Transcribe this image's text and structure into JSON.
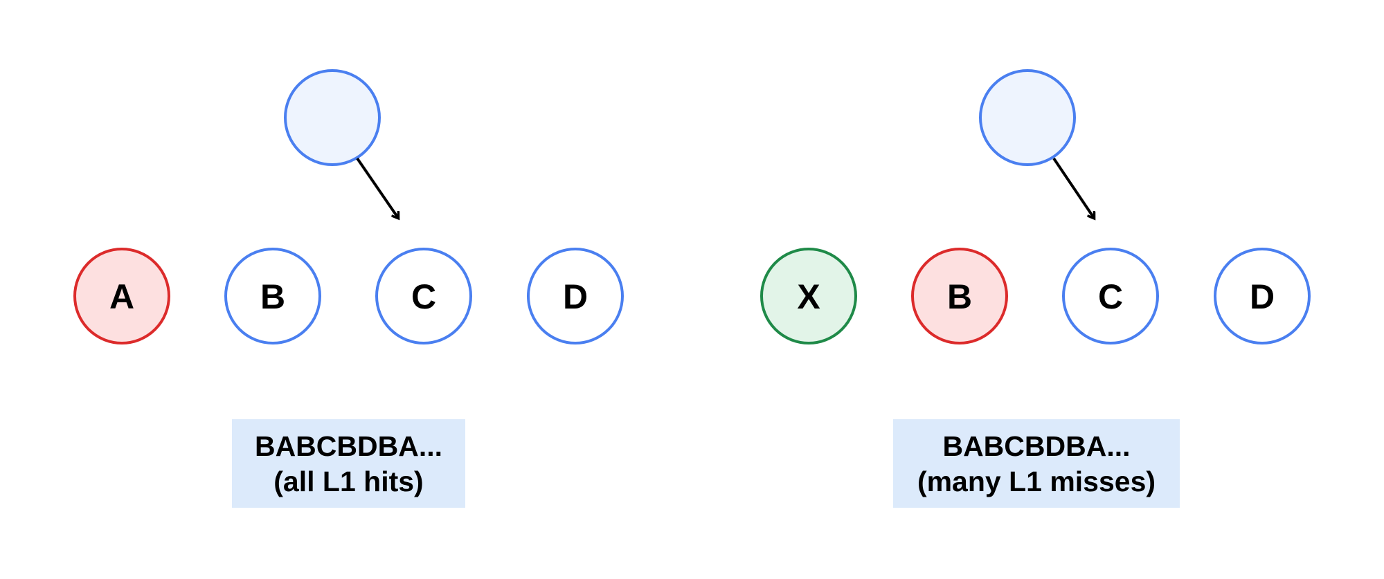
{
  "colors": {
    "blue_stroke": "#4a7ff0",
    "blue_fill_light": "#eef4fe",
    "red_stroke": "#dc2b2b",
    "red_fill": "#fde0e0",
    "green_stroke": "#1f8a48",
    "green_fill": "#e2f4e8",
    "caption_bg": "#dceafb",
    "arrow": "#000000"
  },
  "left_panel": {
    "pointer_icon": "pointer-circle",
    "nodes": [
      {
        "label": "A",
        "state": "red"
      },
      {
        "label": "B",
        "state": "blue"
      },
      {
        "label": "C",
        "state": "blue"
      },
      {
        "label": "D",
        "state": "blue"
      }
    ],
    "caption": {
      "line1": "BABCBDBA...",
      "line2": "(all L1 hits)"
    }
  },
  "right_panel": {
    "pointer_icon": "pointer-circle",
    "nodes": [
      {
        "label": "X",
        "state": "green"
      },
      {
        "label": "B",
        "state": "red"
      },
      {
        "label": "C",
        "state": "blue"
      },
      {
        "label": "D",
        "state": "blue"
      }
    ],
    "caption": {
      "line1": "BABCBDBA...",
      "line2": "(many L1 misses)"
    }
  }
}
